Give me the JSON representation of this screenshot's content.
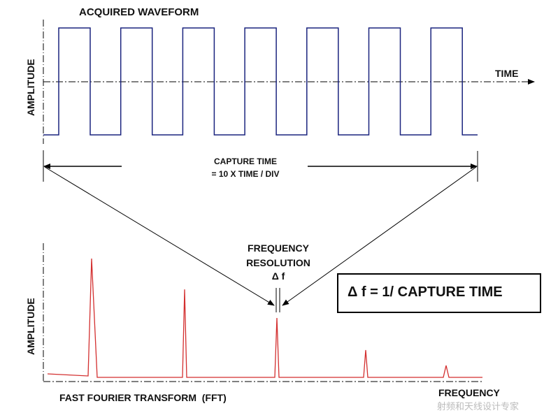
{
  "top": {
    "title": "ACQUIRED WAVEFORM",
    "y_label": "AMPLITUDE",
    "x_label": "TIME",
    "capture_line1": "CAPTURE TIME",
    "capture_line2": "= 10 X TIME / DIV",
    "waveform_color": "#1a237e",
    "cycles": 7
  },
  "bottom": {
    "title": "FAST FOURIER TRANSFORM  (FFT)",
    "y_label": "AMPLITUDE",
    "x_label": "FREQUENCY",
    "resolution_line1": "FREQUENCY",
    "resolution_line2": "RESOLUTION",
    "resolution_line3": "Δ f",
    "formula": "Δ f = 1/ CAPTURE TIME",
    "spectrum_color": "#d32f2f",
    "harmonic_relative_amplitudes": [
      1.0,
      0.74,
      0.5,
      0.23,
      0.1
    ]
  },
  "watermark": "射频和天线设计专家"
}
